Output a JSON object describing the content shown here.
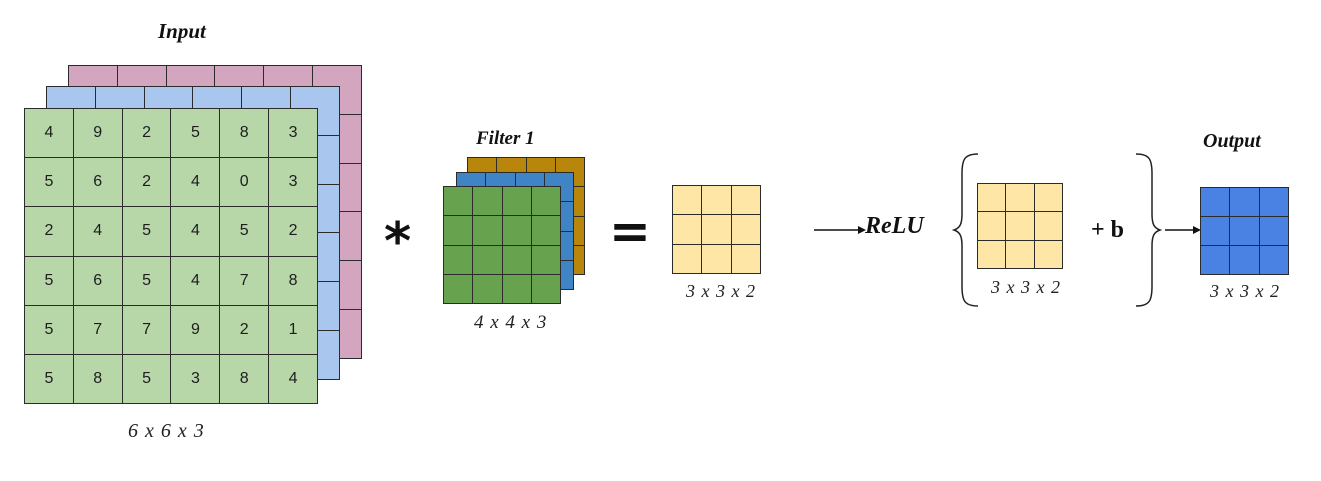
{
  "labels": {
    "input_title": "Input",
    "filter_title": "Filter 1",
    "output_title": "Output",
    "input_dim": "6 x 6 x 3",
    "filter_dim": "4 x 4 x 3",
    "conv_dim": "3 x 3 x 2",
    "relu_dim": "3 x 3 x 2",
    "output_dim": "3 x 3 x 2",
    "relu": "ReLU",
    "plus_b": "+ b",
    "asterisk": "*",
    "equals": "="
  },
  "input_matrix": [
    [
      "4",
      "9",
      "2",
      "5",
      "8",
      "3"
    ],
    [
      "5",
      "6",
      "2",
      "4",
      "0",
      "3"
    ],
    [
      "2",
      "4",
      "5",
      "4",
      "5",
      "2"
    ],
    [
      "5",
      "6",
      "5",
      "4",
      "7",
      "8"
    ],
    [
      "5",
      "7",
      "7",
      "9",
      "2",
      "1"
    ],
    [
      "5",
      "8",
      "5",
      "3",
      "8",
      "4"
    ]
  ],
  "colors": {
    "input_red_channel": "#d4a5bf",
    "input_blue_channel": "#a9c6ee",
    "input_green_channel": "#b7d7a8",
    "filter_gold": "#b8860b",
    "filter_blue": "#3f84c4",
    "filter_green": "#67a34e",
    "feature_map": "#fde6a6",
    "output": "#4a82e4"
  }
}
